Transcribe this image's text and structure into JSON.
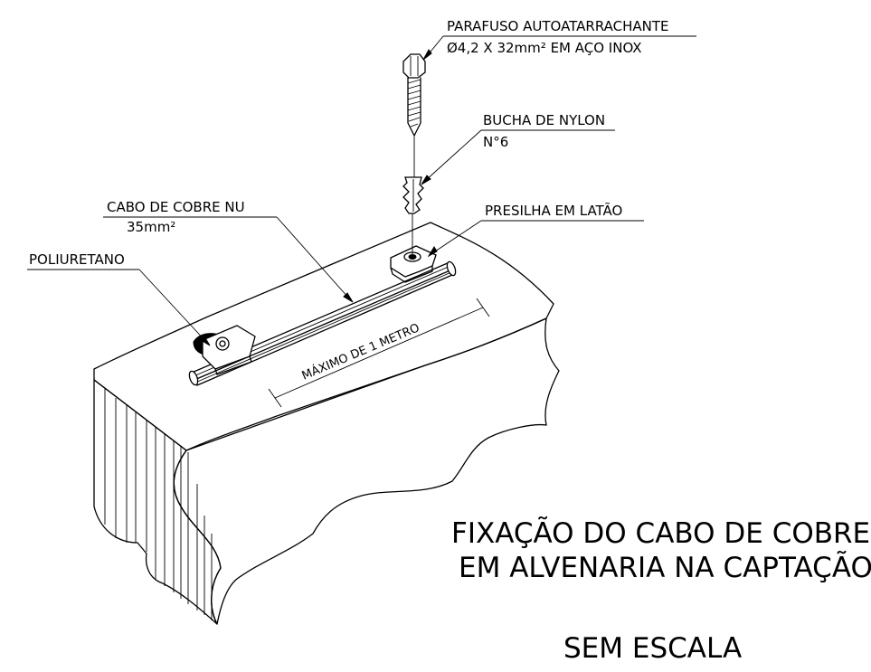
{
  "labels": {
    "screw_line1": "PARAFUSO AUTOATARRACHANTE",
    "screw_line2": "Ø4,2 X 32mm² EM AÇO INOX",
    "anchor_line1": "BUCHA DE NYLON",
    "anchor_line2": "N°6",
    "cable_line1": "CABO DE COBRE NU",
    "cable_line2": "35mm²",
    "clip": "PRESILHA EM LATÃO",
    "polyurethane": "POLIURETANO",
    "dimension": "MÁXIMO DE 1 METRO"
  },
  "title": {
    "line1": "FIXAÇÃO DO CABO DE COBRE",
    "line2": "EM ALVENARIA NA CAPTAÇÃO"
  },
  "scale_note": "SEM ESCALA"
}
